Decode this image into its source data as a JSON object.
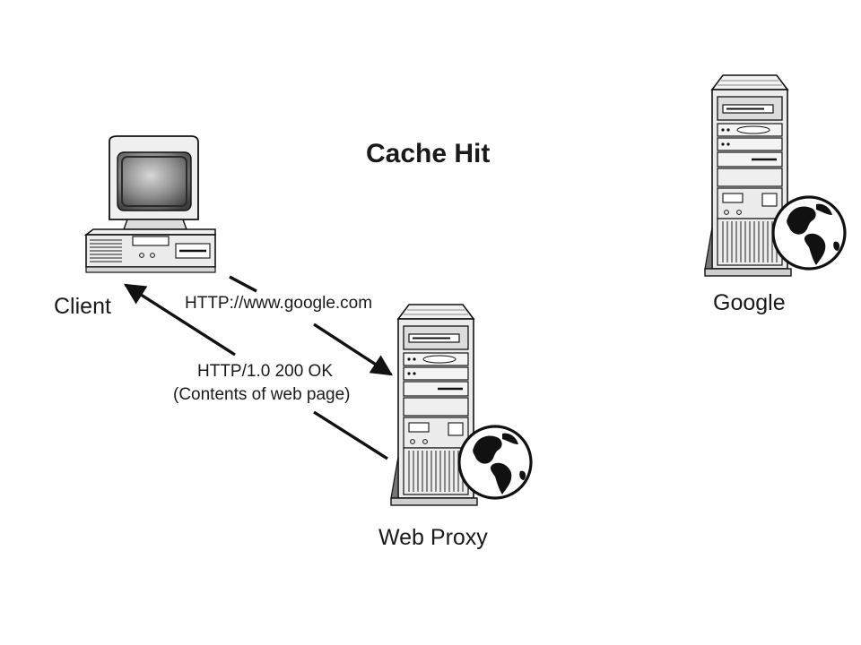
{
  "diagram": {
    "title": "Cache Hit",
    "nodes": {
      "client": {
        "label": "Client",
        "icon": "desktop-computer-icon"
      },
      "proxy": {
        "label": "Web Proxy",
        "icon": "tower-server-globe-icon"
      },
      "google": {
        "label": "Google",
        "icon": "tower-server-globe-icon"
      }
    },
    "messages": {
      "request": {
        "text": "HTTP://www.google.com",
        "from": "Client",
        "to": "Web Proxy"
      },
      "response": {
        "line1": "HTTP/1.0 200 OK",
        "line2": "(Contents of web page)",
        "from": "Web Proxy",
        "to": "Client"
      }
    }
  },
  "colors": {
    "ink": "#111111",
    "panel": "#e9e9e9",
    "screen_outer": "#9a9a9a",
    "screen_inner": "#5c5c5c",
    "background": "#ffffff"
  }
}
